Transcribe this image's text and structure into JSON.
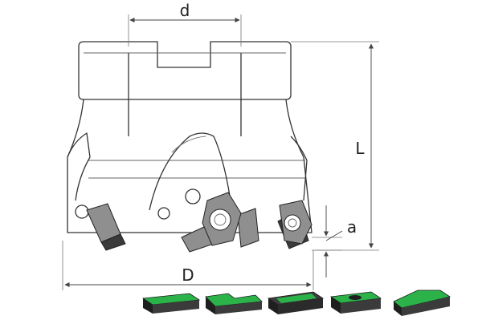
{
  "labels": {
    "diameter_bore": "d",
    "length": "L",
    "diameter_cutter": "D",
    "depth_of_cut": "a"
  },
  "colors": {
    "line": "#333333",
    "insert_dark": "#3a3a3a",
    "insert_green": "#2bb34a"
  }
}
